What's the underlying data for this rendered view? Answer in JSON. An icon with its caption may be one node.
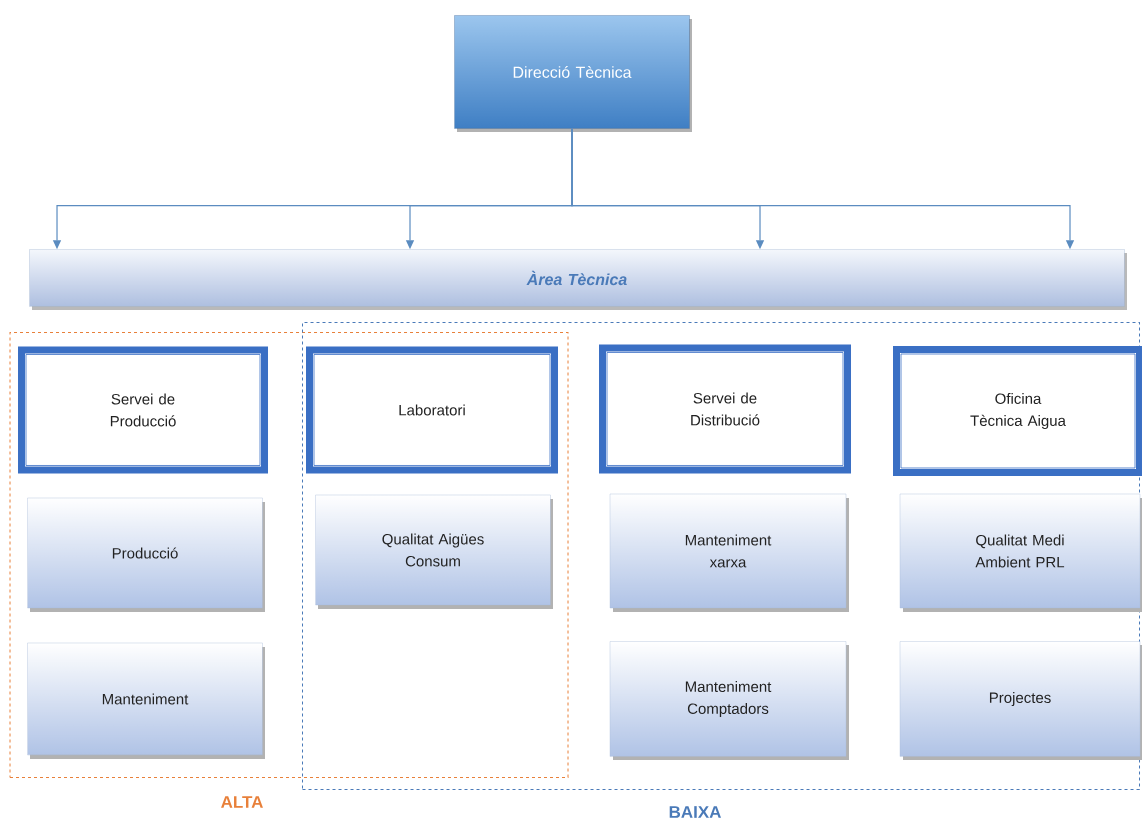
{
  "diagram": {
    "nodes": [
      {
        "text": [
          "Direcció Tècnica"
        ]
      },
      {
        "text": [
          "Àrea Tècnica"
        ]
      },
      {
        "text": [
          "ALTA"
        ]
      },
      {
        "text": [
          "BAIXA"
        ]
      },
      {
        "text": [
          "Servei de Producció"
        ],
        "in": 2
      },
      {
        "text": [
          "Laboratori"
        ]
      },
      {
        "text": [
          "Servei de Distribució"
        ],
        "in": 3
      },
      {
        "text": [
          "Oficina Tècnica Aigua"
        ],
        "in": 3
      },
      {
        "text": [
          "Producció"
        ],
        "in": 2
      },
      {
        "text": [
          "Qualitat Aigües Consum"
        ]
      },
      {
        "text": [
          "Manteniment xarxa"
        ],
        "in": 3
      },
      {
        "text": [
          "Qualitat Medi Ambient PRL"
        ],
        "in": 3
      },
      {
        "text": [
          "Manteniment"
        ],
        "in": 2
      },
      {
        "text": [
          "Manteniment Comptadors"
        ],
        "in": 3
      },
      {
        "text": [
          "Projectes"
        ],
        "in": 3
      }
    ],
    "edges": [
      {
        "from": 0,
        "to": 1,
        "arrow": "to"
      },
      {
        "from": 0,
        "to": 1,
        "arrow": "to"
      },
      {
        "from": 0,
        "to": 1,
        "arrow": "to"
      },
      {
        "from": 0,
        "to": 1,
        "arrow": "to"
      }
    ]
  }
}
